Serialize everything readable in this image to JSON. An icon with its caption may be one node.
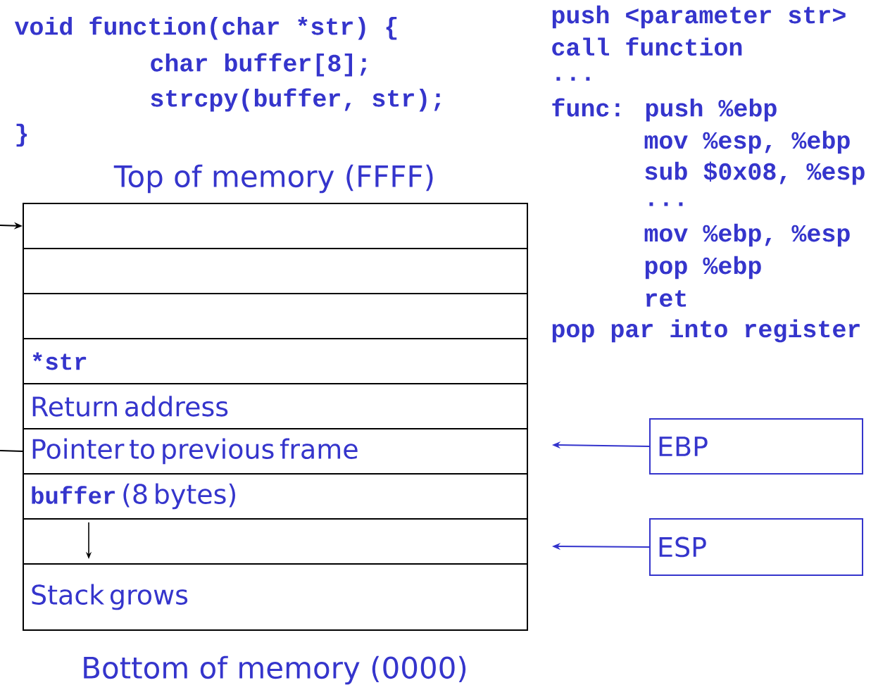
{
  "diagram": {
    "nodes": [
      {
        "text": [],
        "shape": "box"
      },
      {
        "text": [],
        "shape": "box"
      },
      {
        "text": [],
        "shape": "box"
      },
      {
        "text": [
          "*str"
        ]
      },
      {
        "text": [
          "Return address"
        ]
      },
      {
        "text": [
          "Pointer to previous frame"
        ]
      },
      {
        "text": [
          "buffer",
          "(8 bytes)"
        ]
      },
      {
        "text": [],
        "shape": "box"
      },
      {
        "text": [
          "Stack grows"
        ]
      },
      {
        "text": [
          "EBP"
        ]
      },
      {
        "text": [
          "ESP"
        ]
      }
    ],
    "edges": [
      {
        "from": null,
        "to": 0,
        "arrow": "to"
      },
      {
        "from": 5,
        "to": null,
        "arrow": "none"
      },
      {
        "from": 9,
        "to": null,
        "arrow": "to",
        "color": "#3333cc"
      },
      {
        "from": 10,
        "to": null,
        "arrow": "to",
        "color": "#3333cc"
      }
    ],
    "labels": [
      "void function(char *str) {",
      "char buffer[8];",
      "strcpy(buffer, str);",
      "}",
      "push <parameter str>",
      "call function",
      "...",
      "func: push %ebp",
      "mov %esp, %ebp",
      "sub $0x08, %esp",
      "...",
      "mov %ebp, %esp",
      "pop %ebp",
      "ret",
      "pop par into register",
      "Top of memory (FFFF)",
      "Bottom of memory (0000)"
    ]
  }
}
